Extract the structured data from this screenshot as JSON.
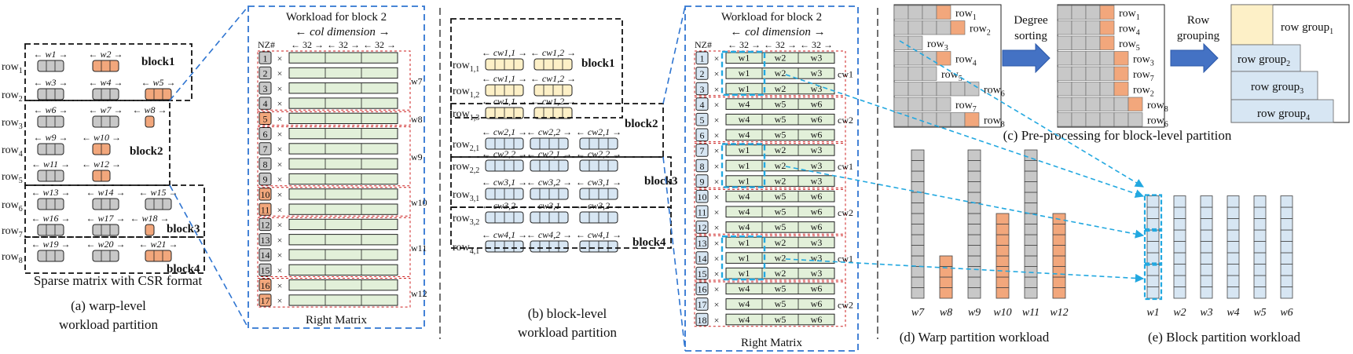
{
  "colors": {
    "gray": "#c8c8c8",
    "orange": "#f2a77c",
    "yellow": "#fdf0c7",
    "blue": "#d7e6f3",
    "green": "#e2f0d9",
    "dash_blue": "#2f75d1",
    "arrow_cyan": "#22a8e0",
    "red": "#cc1f1f",
    "grid_bar_blue": "#4472c4"
  },
  "panel_a": {
    "caption_line1": "(a) warp-level",
    "caption_line2": "workload partition",
    "sparse_label": "Sparse matrix with CSR format",
    "rows": [
      {
        "label": "row",
        "sub": "1"
      },
      {
        "label": "row",
        "sub": "2"
      },
      {
        "label": "row",
        "sub": "3"
      },
      {
        "label": "row",
        "sub": "4"
      },
      {
        "label": "row",
        "sub": "5"
      },
      {
        "label": "row",
        "sub": "6"
      },
      {
        "label": "row",
        "sub": "7"
      },
      {
        "label": "row",
        "sub": "8"
      }
    ],
    "warp_labels": [
      "w1",
      "w2",
      "w3",
      "w4",
      "w5",
      "w6",
      "w7",
      "w8",
      "w9",
      "w10",
      "w11",
      "w12",
      "w13",
      "w14",
      "w15",
      "w16",
      "w17",
      "w18",
      "w19",
      "w20",
      "w21"
    ],
    "block_labels": [
      "block1",
      "block2",
      "block3",
      "block4"
    ]
  },
  "workload_a": {
    "title": "Workload for block 2",
    "col_dimension": "← col dimension →",
    "col_sizes": [
      "← 32 →",
      "← 32 →",
      "← 32 →"
    ],
    "nz_label": "NZ#",
    "nz_numbers": [
      "1",
      "2",
      "3",
      "4",
      "5",
      "6",
      "7",
      "8",
      "9",
      "10",
      "11",
      "12",
      "13",
      "14",
      "15",
      "16",
      "17"
    ],
    "times": "×",
    "warp_tags": [
      "w7",
      "w8",
      "w9",
      "w10",
      "w11",
      "w12"
    ],
    "footer": "Right Matrix"
  },
  "panel_b": {
    "caption_line1": "(b) block-level",
    "caption_line2": "workload partition",
    "rows": [
      {
        "label": "row",
        "sub": "1,1"
      },
      {
        "label": "row",
        "sub": "1,2"
      },
      {
        "label": "row",
        "sub": "1,3"
      },
      {
        "label": "row",
        "sub": "2,1"
      },
      {
        "label": "row",
        "sub": "2,2"
      },
      {
        "label": "row",
        "sub": "3,1"
      },
      {
        "label": "row",
        "sub": "3,2"
      },
      {
        "label": "row",
        "sub": "4,1"
      }
    ],
    "cw_labels": [
      [
        "cw1,1",
        "cw1,2"
      ],
      [
        "cw1,1",
        "cw1,2"
      ],
      [
        "cw1,1",
        "cw1,2"
      ],
      [
        "cw2,1",
        "cw2,2",
        "cw2,1"
      ],
      [
        "cw2,2",
        "cw2,1",
        "cw2,2"
      ],
      [
        "cw3,1",
        "cw3,2",
        "cw3,1"
      ],
      [
        "cw3,2",
        "cw3,1",
        "cw3,2"
      ],
      [
        "cw4,1",
        "cw4,2",
        "cw4,1"
      ]
    ],
    "block_labels": [
      "block1",
      "block2",
      "block3",
      "block4"
    ]
  },
  "workload_b": {
    "title": "Workload for block 2",
    "col_dimension": "← col dimension →",
    "col_sizes": [
      "← 32 →",
      "← 32 →",
      "← 32 →"
    ],
    "nz_label": "NZ#",
    "nz_numbers": [
      "1",
      "2",
      "3",
      "4",
      "5",
      "6",
      "7",
      "8",
      "9",
      "10",
      "11",
      "12",
      "13",
      "14",
      "15",
      "16",
      "17",
      "18"
    ],
    "times": "×",
    "cw_tags": [
      "cw1",
      "cw2",
      "cw1",
      "cw2",
      "cw1",
      "cw2"
    ],
    "row_cells_a": [
      "w1",
      "w2",
      "w3"
    ],
    "row_cells_b": [
      "w4",
      "w5",
      "w6"
    ],
    "footer": "Right Matrix"
  },
  "panel_c": {
    "caption": "(c) Pre-processing for block-level partition",
    "step1": [
      "Degree",
      "sorting"
    ],
    "step2": [
      "Row",
      "grouping"
    ],
    "left_rows": [
      {
        "label": "row",
        "sub": "1"
      },
      {
        "label": "row",
        "sub": "2"
      },
      {
        "label": "row",
        "sub": "3"
      },
      {
        "label": "row",
        "sub": "4"
      },
      {
        "label": "row",
        "sub": "5"
      },
      {
        "label": "row",
        "sub": "6"
      },
      {
        "label": "row",
        "sub": "7"
      },
      {
        "label": "row",
        "sub": "8"
      }
    ],
    "mid_rows": [
      {
        "label": "row",
        "sub": "1"
      },
      {
        "label": "row",
        "sub": "4"
      },
      {
        "label": "row",
        "sub": "5"
      },
      {
        "label": "row",
        "sub": "3"
      },
      {
        "label": "row",
        "sub": "7"
      },
      {
        "label": "row",
        "sub": "2"
      },
      {
        "label": "row",
        "sub": "8"
      },
      {
        "label": "row",
        "sub": "6"
      }
    ],
    "groups": [
      {
        "label": "row group",
        "sub": "1"
      },
      {
        "label": "row group",
        "sub": "2"
      },
      {
        "label": "row group",
        "sub": "3"
      },
      {
        "label": "row group",
        "sub": "4"
      }
    ]
  },
  "panel_d": {
    "caption": "(d) Warp partition workload",
    "warps": [
      "w7",
      "w8",
      "w9",
      "w10",
      "w11",
      "w12"
    ],
    "heights": [
      14,
      4,
      14,
      8,
      14,
      8
    ]
  },
  "panel_e": {
    "caption": "(e) Block partition workload",
    "blocks": [
      "w1",
      "w2",
      "w3",
      "w4",
      "w5",
      "w6"
    ],
    "heights": [
      9,
      9,
      9,
      9,
      9,
      9
    ]
  }
}
